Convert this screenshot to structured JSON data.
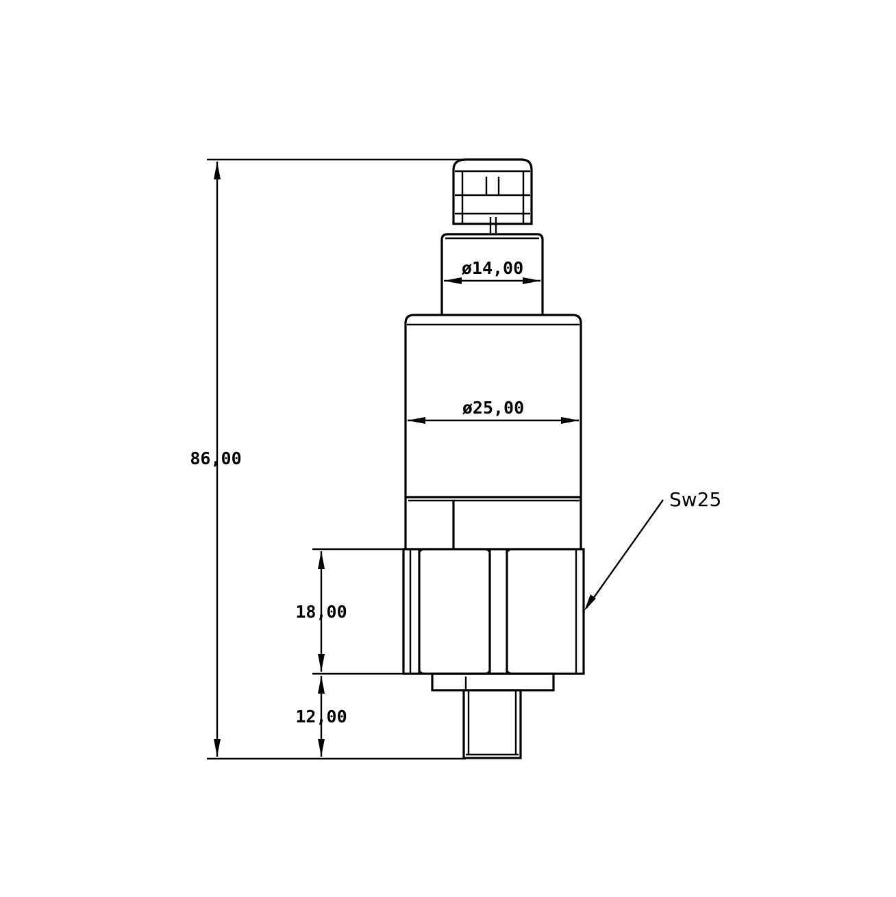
{
  "dimensions": {
    "overall_height": "86,00",
    "housing_diameter": "ø25,00",
    "neck_diameter": "ø14,00",
    "hex_height": "18,00",
    "thread_length": "12,00"
  },
  "callouts": {
    "wrench_size": "Sw25"
  }
}
